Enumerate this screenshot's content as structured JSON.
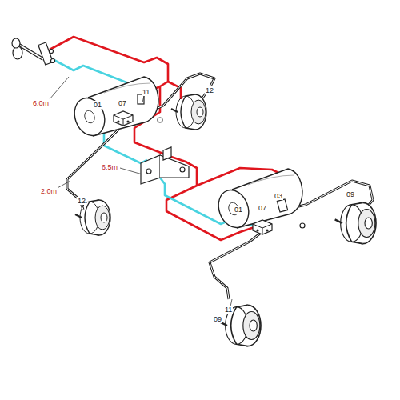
{
  "diagram": {
    "labels": [
      "6.0m",
      "01",
      "07",
      "11",
      "12",
      "2.0m",
      "6.5m",
      "12",
      "01",
      "07",
      "03",
      "09",
      "11",
      "09"
    ]
  }
}
